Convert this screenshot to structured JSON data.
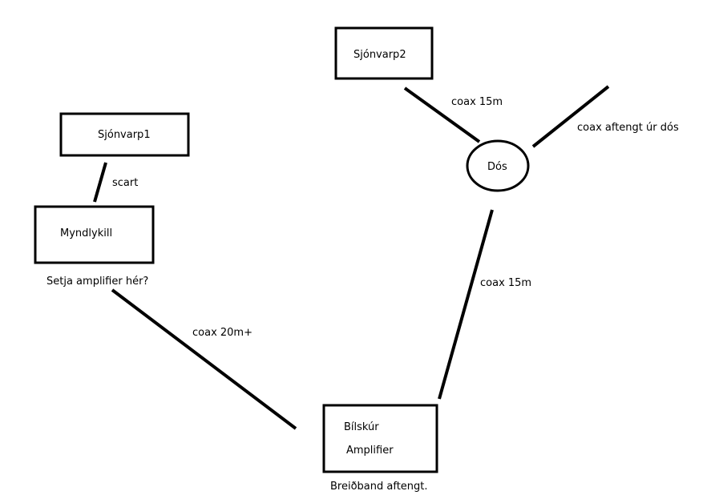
{
  "nodes": {
    "sjonvarp1": "Sjónvarp1",
    "sjonvarp2": "Sjónvarp2",
    "myndlykill": "Myndlykill",
    "dos": "Dós",
    "bilskur": "Bílskúr",
    "amplifier": "Amplifier"
  },
  "edges": {
    "scart": "scart",
    "coax_sjonvarp2_dos": "coax 15m",
    "coax_disconnected": "coax aftengt úr dós",
    "coax_dos_bilskur": "coax 15m",
    "coax_myndlykill_bilskur": "coax 20m+"
  },
  "notes": {
    "amplifier_question": "Setja amplifier hér?",
    "broadband_disconnected": "Breiðband aftengt."
  }
}
